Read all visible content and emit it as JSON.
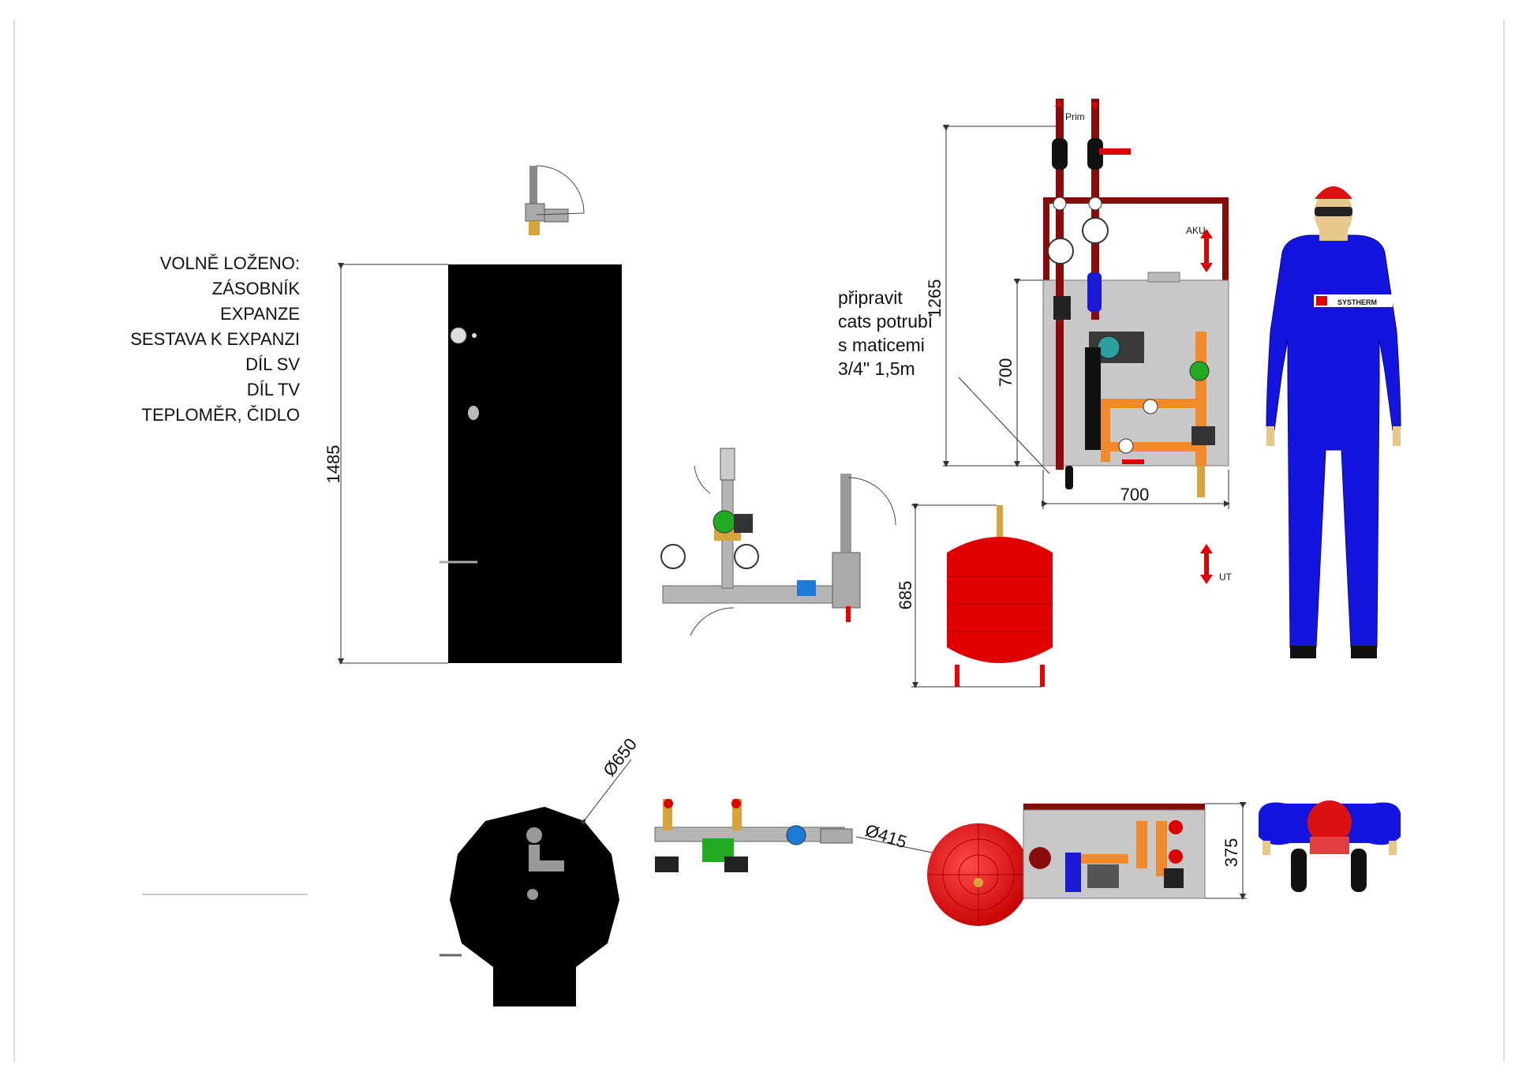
{
  "list": {
    "items": [
      "VOLNĚ LOŽENO:",
      "ZÁSOBNÍK",
      "EXPANZE",
      "SESTAVA K EXPANZI",
      "DÍL SV",
      "DÍL TV",
      "TEPLOMĚR, ČIDLO"
    ]
  },
  "note": {
    "lines": [
      "připravit",
      "cats potrubí",
      "s maticemi",
      "3/4\" 1,5m"
    ]
  },
  "dimensions": {
    "tank_height": "1485",
    "station_height": "1265",
    "station_inner": "700",
    "station_width": "700",
    "expansion_height": "685",
    "tank_diameter": "Ø650",
    "expansion_diameter": "Ø415",
    "station_depth": "375"
  },
  "labels": {
    "prim": "Prim",
    "aku": "AKU",
    "ut": "UT",
    "brand": "SYSTHERM"
  },
  "colors": {
    "tank": "#000000",
    "expansion": "#e00000",
    "frame": "#8b0a0a",
    "pipe_orange": "#f08a2a",
    "suit": "#1414e0",
    "cap": "#dd1111",
    "panel": "#c8c8c8"
  }
}
